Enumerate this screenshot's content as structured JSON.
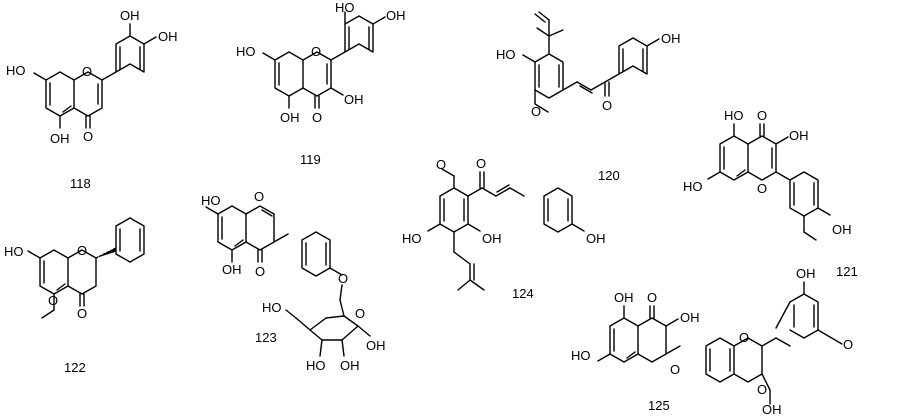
{
  "compounds": [
    {
      "id": "118",
      "label": "118"
    },
    {
      "id": "119",
      "label": "119"
    },
    {
      "id": "120",
      "label": "120"
    },
    {
      "id": "121",
      "label": "121"
    },
    {
      "id": "122",
      "label": "122"
    },
    {
      "id": "123",
      "label": "123"
    },
    {
      "id": "124",
      "label": "124"
    },
    {
      "id": "125",
      "label": "125"
    }
  ],
  "atoms": {
    "OH": "OH",
    "HO": "HO",
    "O": "O"
  }
}
